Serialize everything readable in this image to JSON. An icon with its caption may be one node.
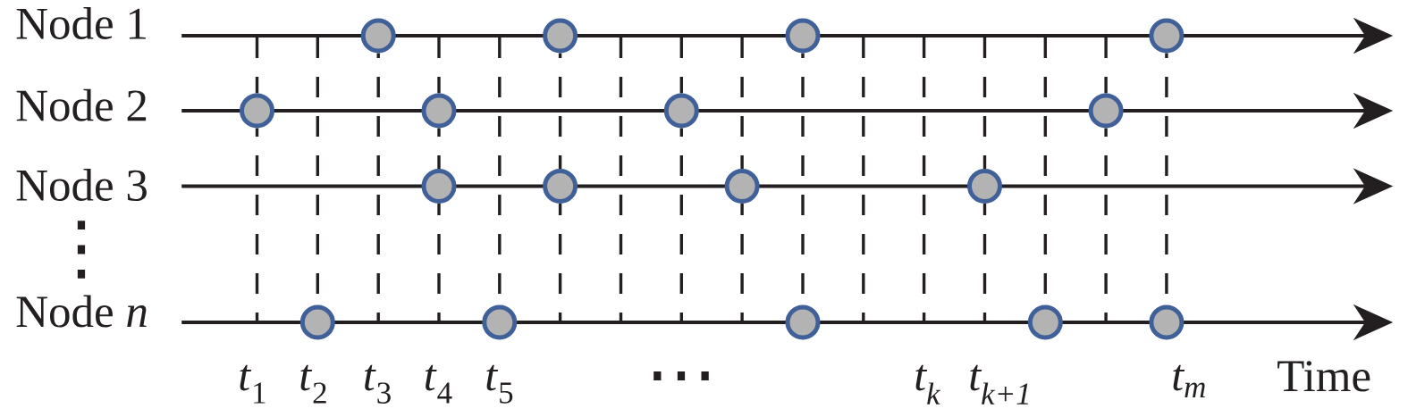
{
  "diagram": {
    "nodes": [
      {
        "text": [],
        "shape": "circle"
      },
      {
        "text": [],
        "shape": "circle"
      },
      {
        "text": [],
        "shape": "circle"
      },
      {
        "text": [],
        "shape": "circle"
      },
      {
        "text": [],
        "shape": "circle"
      },
      {
        "text": [],
        "shape": "circle"
      },
      {
        "text": [],
        "shape": "circle"
      },
      {
        "text": [],
        "shape": "circle"
      },
      {
        "text": [],
        "shape": "circle"
      },
      {
        "text": [],
        "shape": "circle"
      },
      {
        "text": [],
        "shape": "circle"
      },
      {
        "text": [],
        "shape": "circle"
      },
      {
        "text": [],
        "shape": "circle"
      },
      {
        "text": [],
        "shape": "circle"
      },
      {
        "text": [],
        "shape": "circle"
      },
      {
        "text": [],
        "shape": "circle"
      },
      {
        "text": [],
        "shape": "circle"
      }
    ],
    "labels": [
      "Node 1",
      "Node 2",
      "Node 3",
      "⋮",
      "Node *n*",
      "*t*$_{1}$",
      "*t*$_{2}$",
      "*t*$_{3}$",
      "*t*$_{4}$",
      "*t*$_{5}$",
      "⋯",
      "t$_{k}$",
      "t$_{k+1}$",
      "t$_{m}$",
      "Time"
    ]
  }
}
